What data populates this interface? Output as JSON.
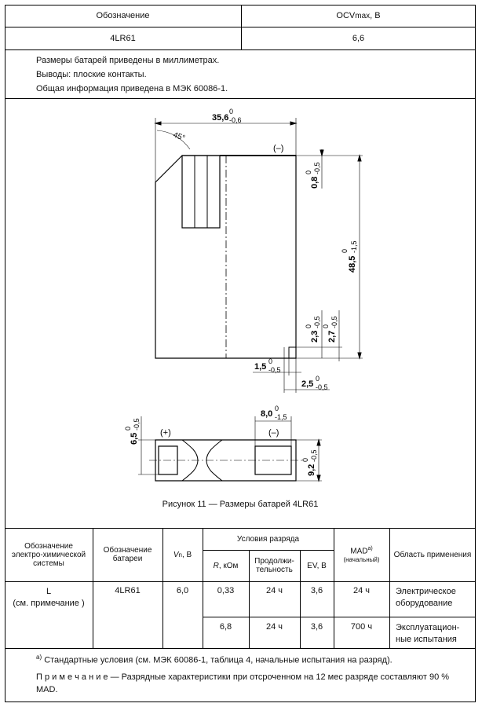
{
  "header": {
    "col1": "Обозначение",
    "col2_main": "OCV",
    "col2_sub": "max",
    "col2_unit": ", В",
    "designation": "4LR61",
    "ocv_value": "6,6"
  },
  "notes": [
    "Размеры батарей приведены в миллиметрах.",
    "Выводы: плоские контакты.",
    "Общая информация приведена в МЭК 60086-1."
  ],
  "drawing": {
    "top_width": "35,6",
    "top_width_tol": "-0,6",
    "angle": "45°",
    "neg_top": "(–)",
    "dim_08": "0,8",
    "dim_08_tol": "-0,5",
    "dim_485": "48,5",
    "dim_485_tol": "-1,5",
    "dim_23": "2,3",
    "dim_23_tol": "-0,5",
    "dim_27": "2,7",
    "dim_27_tol": "-0,5",
    "dim_15": "1,5",
    "dim_15_tol": "-0,5",
    "dim_25": "2,5",
    "dim_25_tol": "-0,5",
    "dim_80": "8,0",
    "dim_80_tol": "-1,5",
    "dim_65": "6,5",
    "dim_65_tol": "-0,5",
    "dim_92": "9,2",
    "dim_92_tol": "-0,5",
    "tol_zero": "0",
    "pos_label": "(+)",
    "neg_label": "(–)"
  },
  "figure_caption": "Рисунок 11 — Размеры батарей 4LR61",
  "table": {
    "h_system": "Обозначение электро-химической системы",
    "h_battery": "Обозначение батареи",
    "h_vn_main": "V",
    "h_vn_sub": "n",
    "h_vn_unit": ", В",
    "h_conditions": "Условия разряда",
    "h_r": "R",
    "h_r_unit": ", кОм",
    "h_duration": "Продолжи-тельность",
    "h_ev": "EV, В",
    "h_mad": "MAD",
    "h_mad_sup": "а)",
    "h_mad_sub": "(начальный)",
    "h_application": "Область применения",
    "system": "L",
    "system_note": "(см. примечание )",
    "battery": "4LR61",
    "vn": "6,0",
    "rows": [
      {
        "r": "0,33",
        "duration": "24 ч",
        "ev": "3,6",
        "mad": "24 ч",
        "application": "Электрическое оборудование"
      },
      {
        "r": "6,8",
        "duration": "24 ч",
        "ev": "3,6",
        "mad": "700 ч",
        "application": "Эксплуатацион-ные испытания"
      }
    ]
  },
  "footnote_mark": "а)",
  "footnote": "Стандартные условия (см. МЭК 60086-1, таблица 4, начальные испытания на разряд).",
  "note_label": "П р и м е ч а н и е",
  "note_text": " — Разрядные характеристики при отсроченном на 12 мес разряде составляют 90 % MAD."
}
